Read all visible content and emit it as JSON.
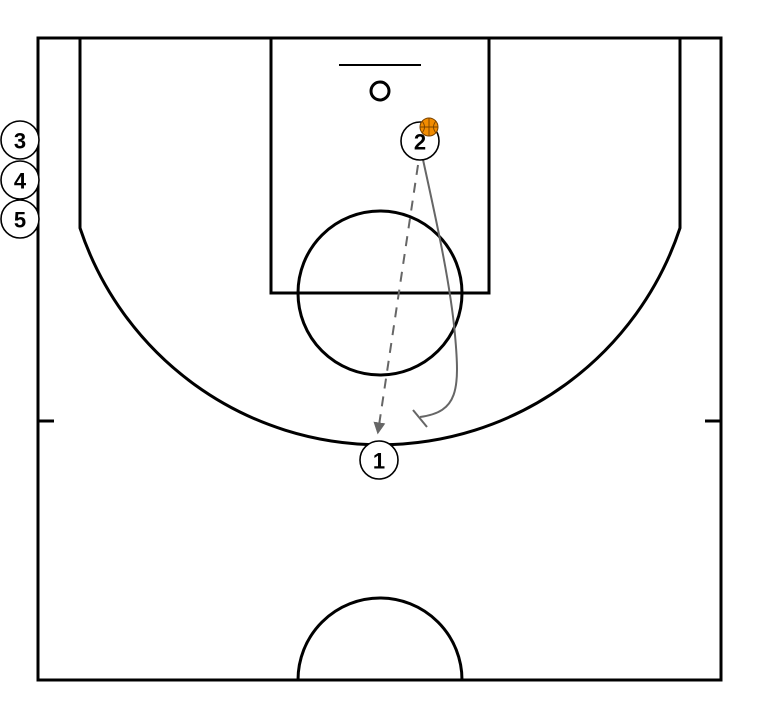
{
  "players": [
    {
      "id": "p1",
      "label": "1",
      "name": "player-1"
    },
    {
      "id": "p2",
      "label": "2",
      "name": "player-2"
    },
    {
      "id": "p3",
      "label": "3",
      "name": "player-3"
    },
    {
      "id": "p4",
      "label": "4",
      "name": "player-4"
    },
    {
      "id": "p5",
      "label": "5",
      "name": "player-5"
    }
  ],
  "ball": {
    "holder": "2",
    "color": "#f28c00"
  },
  "actions": [
    {
      "type": "pass",
      "from": "2",
      "to": "1",
      "style": "dashed"
    },
    {
      "type": "cut",
      "from": "2",
      "to": "1",
      "style": "solid"
    }
  ],
  "colors": {
    "court_lines": "#000000",
    "action_lines": "#666666",
    "ball": "#f28c00"
  }
}
